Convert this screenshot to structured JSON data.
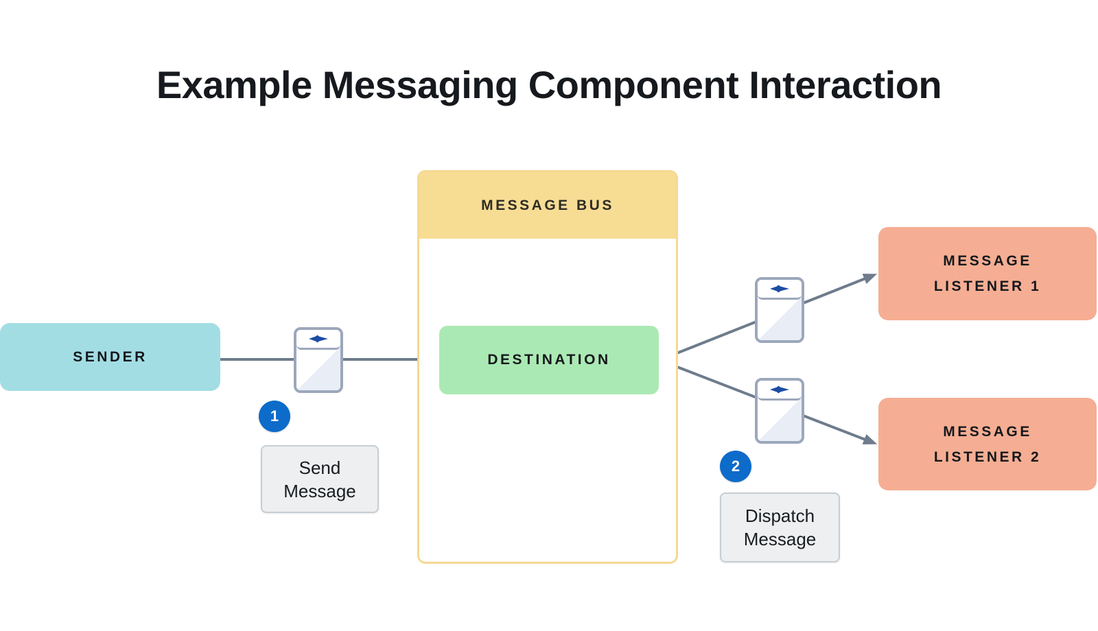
{
  "title": "Example Messaging Component Interaction",
  "nodes": {
    "sender": {
      "label": "SENDER"
    },
    "message_bus": {
      "label": "MESSAGE BUS"
    },
    "destination": {
      "label": "DESTINATION"
    },
    "listener1": {
      "line1": "MESSAGE",
      "line2": "LISTENER 1"
    },
    "listener2": {
      "line1": "MESSAGE",
      "line2": "LISTENER 2"
    }
  },
  "steps": [
    {
      "number": "1",
      "label": "Send Message"
    },
    {
      "number": "2",
      "label": "Dispatch Message"
    }
  ],
  "icons": {
    "message": "envelope-send-icon"
  },
  "colors": {
    "sender_fill": "#a3dde4",
    "bus_fill": "#f7dc94",
    "destination_fill": "#abe9b4",
    "listener_fill": "#f5ae93",
    "badge_fill": "#0d6bca",
    "connector": "#6e7c8c",
    "label_box_fill": "#edeff0",
    "label_box_border": "#c6ced5",
    "envelope_glyph": "#1d4ca5"
  }
}
